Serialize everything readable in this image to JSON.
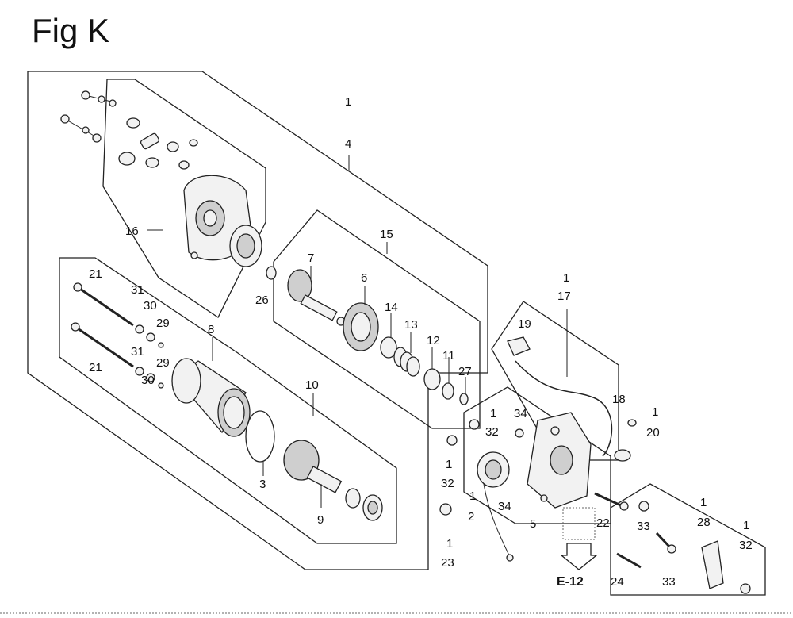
{
  "figure": {
    "title": "Fig K"
  },
  "callouts": [
    {
      "id": "c1",
      "text": "1"
    },
    {
      "id": "c4",
      "text": "4"
    },
    {
      "id": "c16",
      "text": "16"
    },
    {
      "id": "c15",
      "text": "15"
    },
    {
      "id": "c7",
      "text": "7"
    },
    {
      "id": "c6",
      "text": "6"
    },
    {
      "id": "c26",
      "text": "26"
    },
    {
      "id": "c14",
      "text": "14"
    },
    {
      "id": "c13",
      "text": "13"
    },
    {
      "id": "c12",
      "text": "12"
    },
    {
      "id": "c11",
      "text": "11"
    },
    {
      "id": "c27",
      "text": "27"
    },
    {
      "id": "c21a",
      "text": "21"
    },
    {
      "id": "c31a",
      "text": "31"
    },
    {
      "id": "c30a",
      "text": "30"
    },
    {
      "id": "c29a",
      "text": "29"
    },
    {
      "id": "c8",
      "text": "8"
    },
    {
      "id": "c21b",
      "text": "21"
    },
    {
      "id": "c31b",
      "text": "31"
    },
    {
      "id": "c29b",
      "text": "29"
    },
    {
      "id": "c30b",
      "text": "30"
    },
    {
      "id": "c10",
      "text": "10"
    },
    {
      "id": "c3",
      "text": "3"
    },
    {
      "id": "c9",
      "text": "9"
    },
    {
      "id": "c1-17",
      "text": "1"
    },
    {
      "id": "c17",
      "text": "17"
    },
    {
      "id": "c19",
      "text": "19"
    },
    {
      "id": "c18",
      "text": "18"
    },
    {
      "id": "c1-20",
      "text": "1"
    },
    {
      "id": "c20",
      "text": "20"
    },
    {
      "id": "c1-32a",
      "text": "1"
    },
    {
      "id": "c32a",
      "text": "32"
    },
    {
      "id": "c34a",
      "text": "34"
    },
    {
      "id": "c1-32b",
      "text": "1"
    },
    {
      "id": "c32b",
      "text": "32"
    },
    {
      "id": "c1-2",
      "text": "1"
    },
    {
      "id": "c2",
      "text": "2"
    },
    {
      "id": "c34b",
      "text": "34"
    },
    {
      "id": "c1-23",
      "text": "1"
    },
    {
      "id": "c23",
      "text": "23"
    },
    {
      "id": "c5",
      "text": "5"
    },
    {
      "id": "c22",
      "text": "22"
    },
    {
      "id": "c33a",
      "text": "33"
    },
    {
      "id": "c1-28",
      "text": "1"
    },
    {
      "id": "c28",
      "text": "28"
    },
    {
      "id": "c1-32c",
      "text": "1"
    },
    {
      "id": "c32c",
      "text": "32"
    },
    {
      "id": "c24",
      "text": "24"
    },
    {
      "id": "c33b",
      "text": "33"
    },
    {
      "id": "e12",
      "text": "E-12"
    }
  ]
}
